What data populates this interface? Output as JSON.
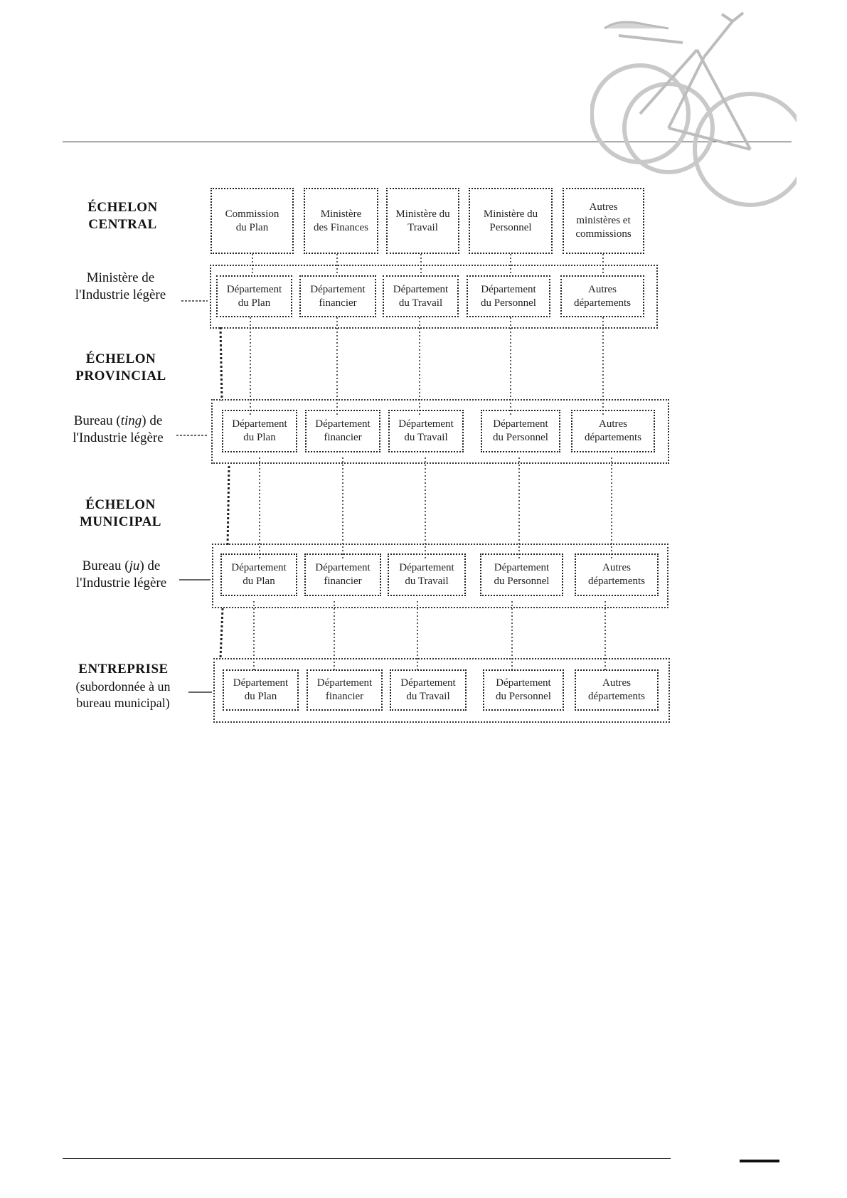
{
  "levels": [
    {
      "id": "central",
      "title": "ÉCHELON\nCENTRAL",
      "org_label": "Ministère de\nl'Industrie légère",
      "top_row": [
        "Commission\ndu Plan",
        "Ministère\ndes Finances",
        "Ministère du\nTravail",
        "Ministère du\nPersonnel",
        "Autres\nministères et\ncommissions"
      ],
      "departments": [
        "Département\ndu Plan",
        "Département\nfinancier",
        "Département\ndu Travail",
        "Département\ndu Personnel",
        "Autres\ndépartements"
      ]
    },
    {
      "id": "provincial",
      "title": "ÉCHELON\nPROVINCIAL",
      "org_label_parts": [
        "Bureau (",
        "ting",
        ") de\nl'Industrie légère"
      ],
      "departments": [
        "Département\ndu Plan",
        "Département\nfinancier",
        "Département\ndu Travail",
        "Département\ndu Personnel",
        "Autres\ndépartements"
      ]
    },
    {
      "id": "municipal",
      "title": "ÉCHELON\nMUNICIPAL",
      "org_label_parts": [
        "Bureau (",
        "ju",
        ") de\nl'Industrie légère"
      ],
      "departments": [
        "Département\ndu Plan",
        "Département\nfinancier",
        "Département\ndu Travail",
        "Département\ndu Personnel",
        "Autres\ndépartements"
      ]
    },
    {
      "id": "enterprise",
      "title": "ENTREPRISE",
      "subtitle": "(subordonnée à un\nbureau municipal)",
      "departments": [
        "Département\ndu Plan",
        "Département\nfinancier",
        "Département\ndu Travail",
        "Département\ndu Personnel",
        "Autres\ndépartements"
      ]
    }
  ],
  "decoration": {
    "corner_image": "bicycle-illustration"
  }
}
